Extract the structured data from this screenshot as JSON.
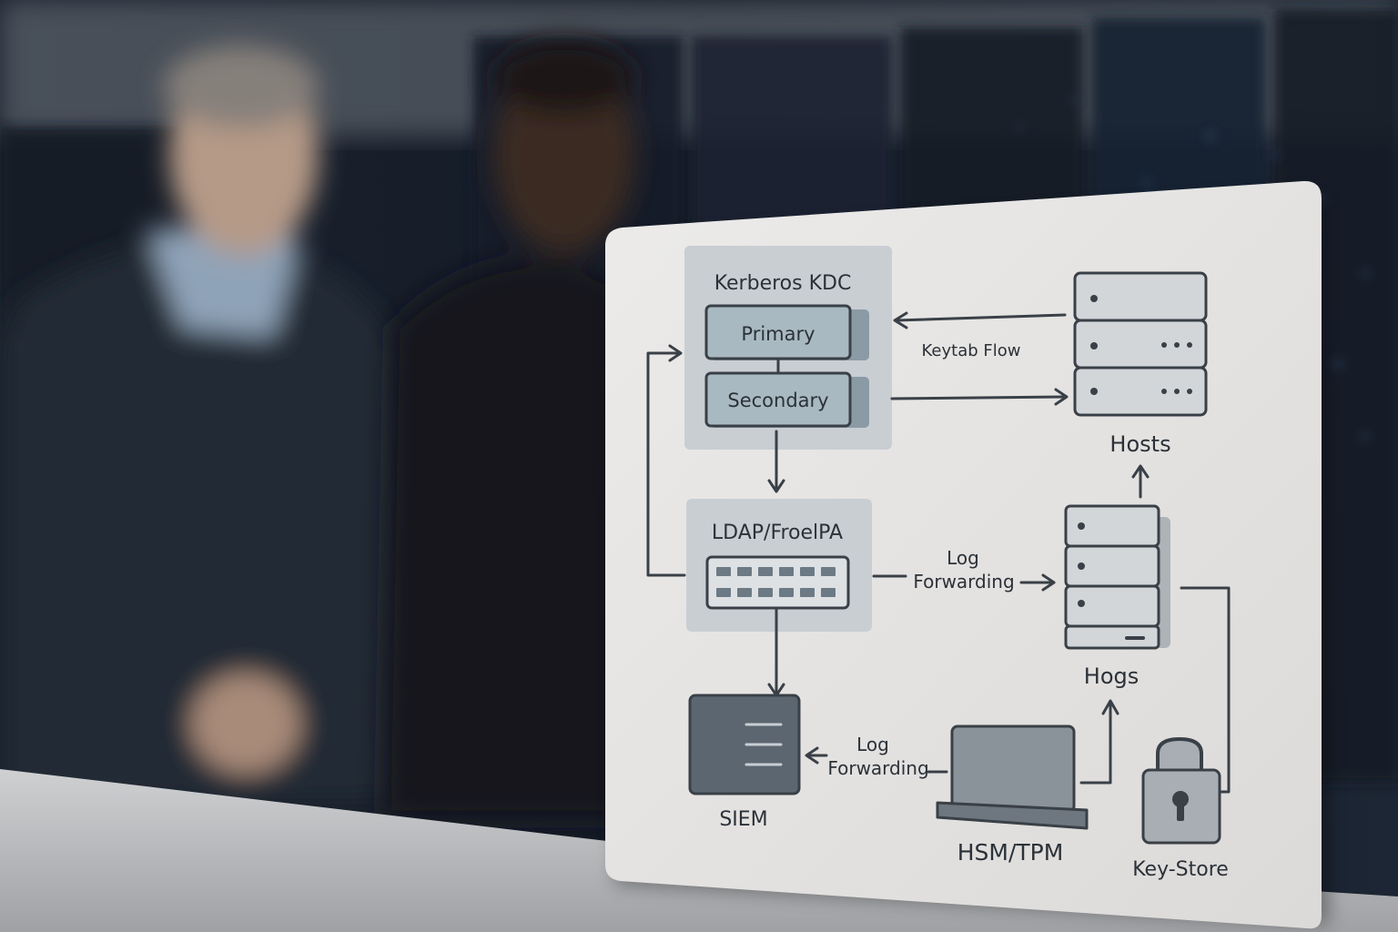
{
  "diagram": {
    "kdc": {
      "title": "Kerberos KDC",
      "primary": "Primary",
      "secondary": "Secondary"
    },
    "hosts": {
      "label": "Hosts"
    },
    "keytab_flow": "Keytab Flow",
    "ldap": {
      "title": "LDAP/FroelPA"
    },
    "log_forwarding_1": {
      "line1": "Log",
      "line2": "Forwarding"
    },
    "hogs": {
      "label": "Hogs"
    },
    "siem": {
      "label": "SIEM"
    },
    "log_forwarding_2": {
      "line1": "Log",
      "line2": "Forwarding"
    },
    "hsm": {
      "label": "HSM/TPM"
    },
    "keystore": {
      "label": "Key-Store"
    }
  },
  "colors": {
    "board": "#e7e5e3",
    "box": "#c9ced3",
    "box_inner": "#a9b9c1",
    "stroke": "#3a4047",
    "background": "#1a2230"
  }
}
